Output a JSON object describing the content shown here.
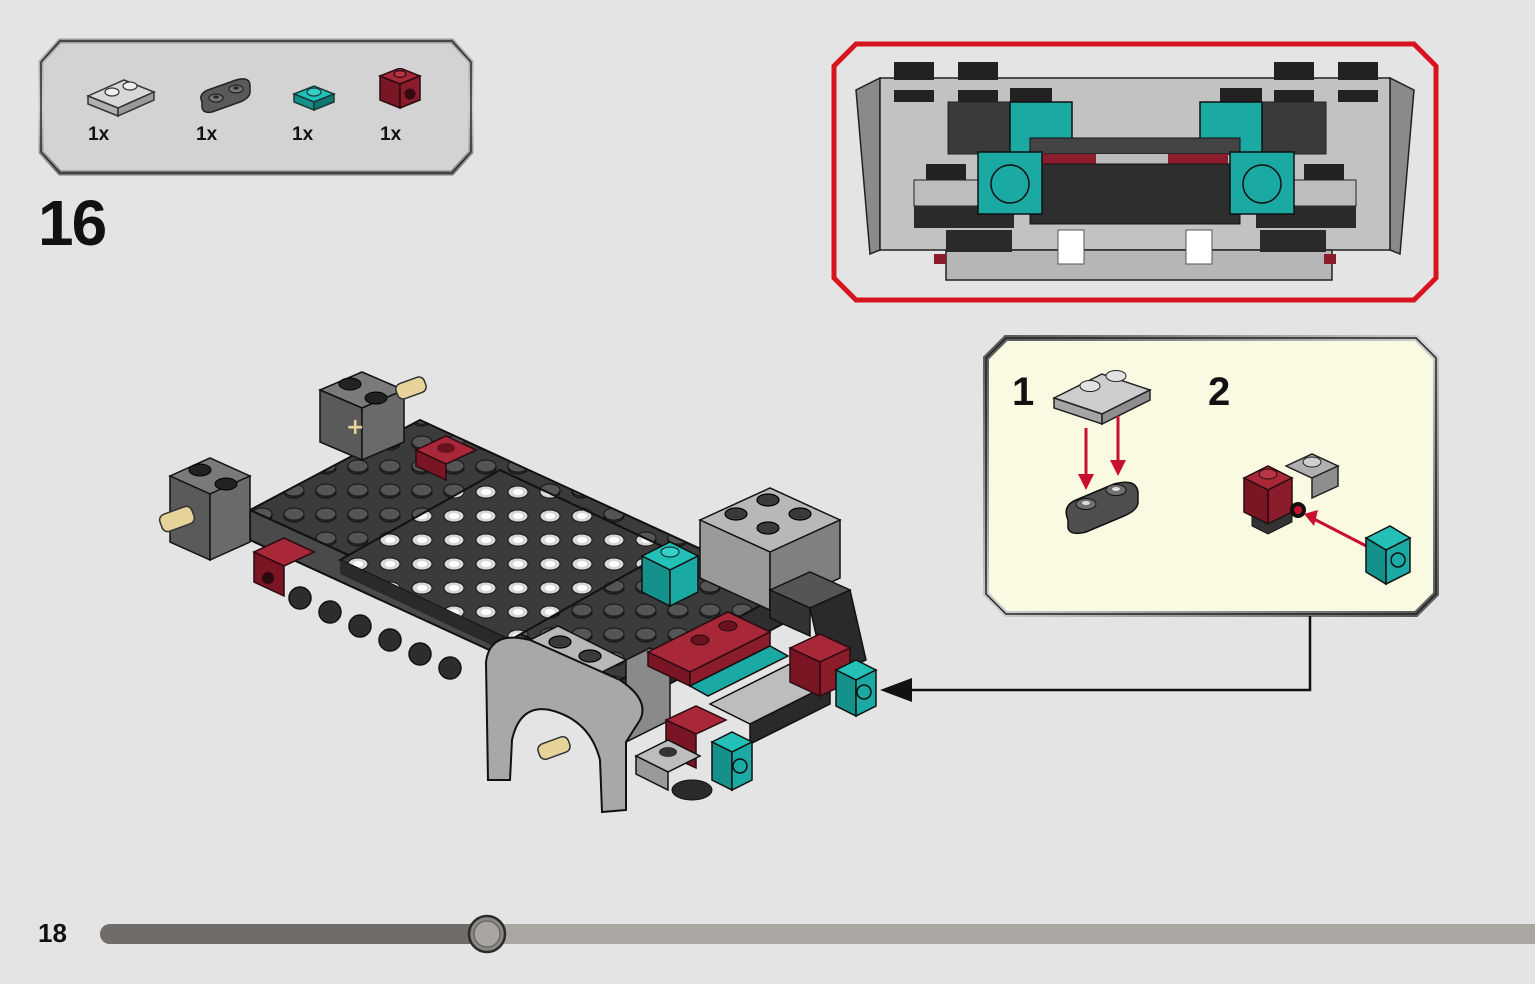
{
  "step": {
    "number": "16",
    "page_number": "18"
  },
  "parts_list": [
    {
      "name": "light-gray-plate-1x2",
      "quantity": "1x",
      "color": "#b9b9b9"
    },
    {
      "name": "dark-gray-plate-1x2-rounded",
      "quantity": "1x",
      "color": "#545454"
    },
    {
      "name": "teal-plate-1x1",
      "quantity": "1x",
      "color": "#1aa9a3"
    },
    {
      "name": "dark-red-bracket-1x1",
      "quantity": "1x",
      "color": "#8a1c2b"
    }
  ],
  "sub_assembly": {
    "steps": [
      {
        "number": "1"
      },
      {
        "number": "2"
      }
    ]
  },
  "progress": {
    "fraction": 0.27
  },
  "colors": {
    "background": "#e4e4e4",
    "detail_border": "#d7141f",
    "sub_panel_bg": "#fafae3",
    "teal": "#1aa9a3",
    "dark_red": "#8a1c2b",
    "tan": "#e5d39a"
  }
}
